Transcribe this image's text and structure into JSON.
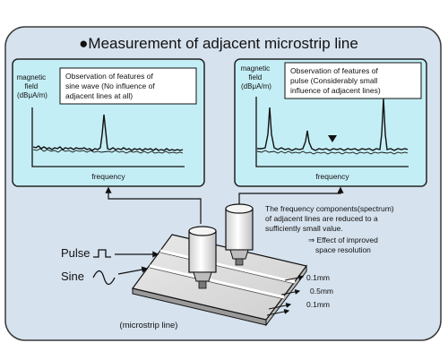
{
  "title": "●Measurement of adjacent microstrip line",
  "panel_left": {
    "ylabel_lines": [
      "magnetic",
      "field",
      "(dBμA/m)"
    ],
    "note_lines": [
      "Observation of features of",
      "sine wave (No influence of",
      "adjacent lines at all)"
    ],
    "xlabel": "frequency"
  },
  "panel_right": {
    "ylabel_lines": [
      "magnetic",
      "field",
      "(dBμA/m)"
    ],
    "note_lines": [
      "Observation of features of",
      "pulse (Considerably small",
      "influence of adjacent lines)"
    ],
    "xlabel": "frequency"
  },
  "annotation_lines": [
    "The frequency components(spectrum)",
    "of adjacent lines are reduced to a",
    "sufficiently small value.",
    "⇒ Effect of improved",
    "space resolution"
  ],
  "signals": {
    "pulse_label": "Pulse",
    "sine_label": "Sine"
  },
  "dimensions": [
    "0.1mm",
    "0.5mm",
    "0.1mm"
  ],
  "board_label": "(microstrip line)",
  "colors": {
    "frame_bg": "#d6e2ee",
    "panel_bg": "#c4eef5",
    "line": "#111111"
  }
}
